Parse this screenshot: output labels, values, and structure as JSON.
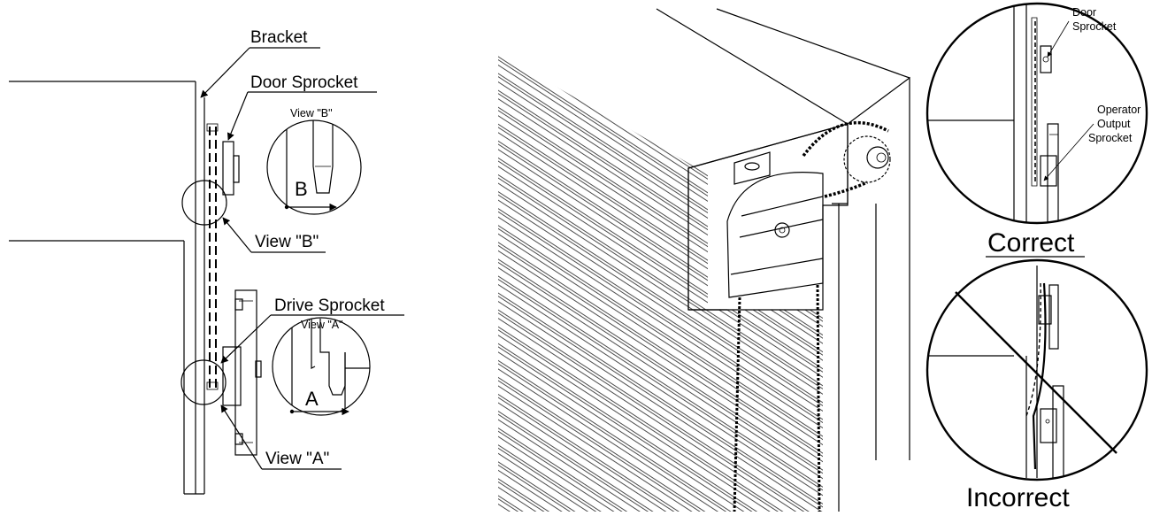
{
  "left_diagram": {
    "bracket_label": "Bracket",
    "door_sprocket_label": "Door Sprocket",
    "view_b_callout": "View \"B\"",
    "view_b_title": "View \"B\"",
    "dimension_b": "B",
    "drive_sprocket_label": "Drive Sprocket",
    "view_a_title": "View \"A\"",
    "dimension_a": "A",
    "view_a_callout": "View \"A\""
  },
  "right_diagram": {
    "door_sprocket_label_line1": "Door",
    "door_sprocket_label_line2": "Sprocket",
    "operator_label_line1": "Operator",
    "operator_label_line2": "Output",
    "operator_label_line3": "Sprocket",
    "correct_label": "Correct",
    "incorrect_label": "Incorrect"
  }
}
